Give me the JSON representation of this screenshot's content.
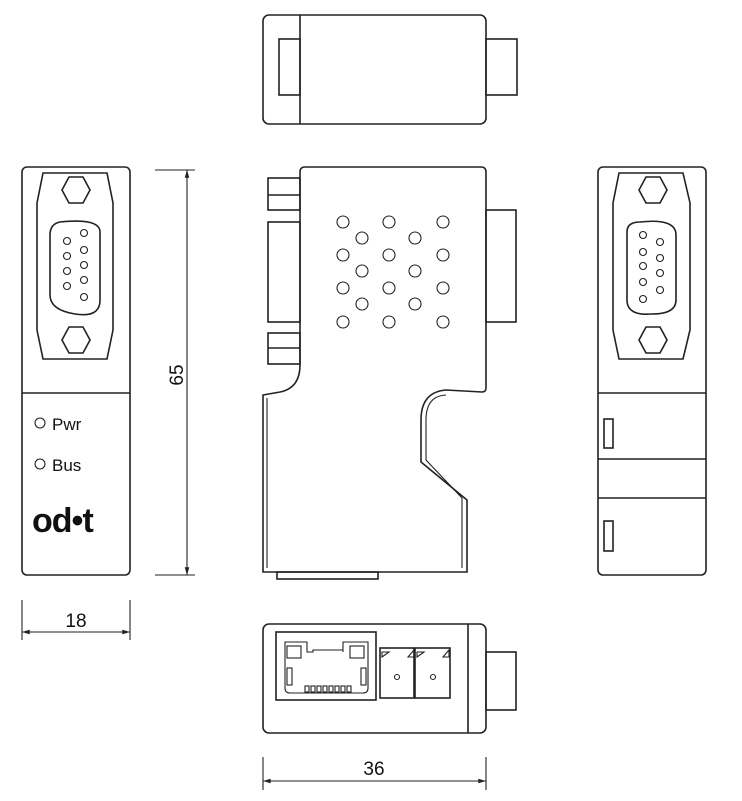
{
  "colors": {
    "line": "#222222",
    "background": "#ffffff"
  },
  "front_view": {
    "led_labels": [
      "Pwr",
      "Bus"
    ],
    "logo": "od•t"
  },
  "dimensions": {
    "height": "65",
    "side_width": "18",
    "bottom_width": "36"
  }
}
